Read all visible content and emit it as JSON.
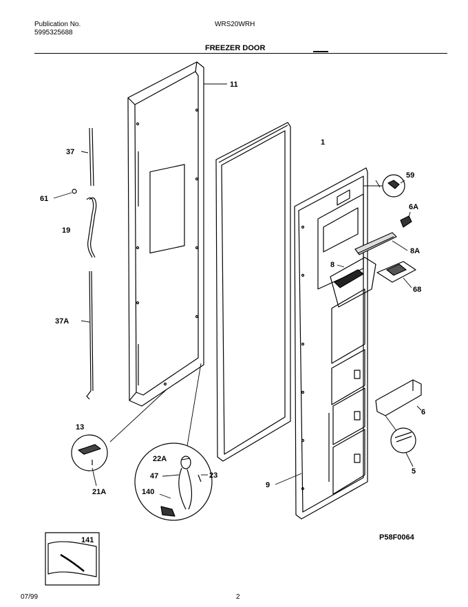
{
  "header": {
    "publication_label": "Publication No.",
    "publication_number": "5995325688",
    "model": "WRS20WRH",
    "section_title": "FREEZER DOOR"
  },
  "figure_id": "P58F0064",
  "footer": {
    "date": "07/99",
    "page": "2"
  },
  "callouts": {
    "c1": "1",
    "c11": "11",
    "c37": "37",
    "c61": "61",
    "c19": "19",
    "c37A": "37A",
    "c13": "13",
    "c21A": "21A",
    "c22A": "22A",
    "c47": "47",
    "c140": "140",
    "c23": "23",
    "c141": "141",
    "c59": "59",
    "c6A": "6A",
    "c8A": "8A",
    "c8": "8",
    "c68": "68",
    "c6": "6",
    "c5": "5",
    "c9": "9"
  }
}
